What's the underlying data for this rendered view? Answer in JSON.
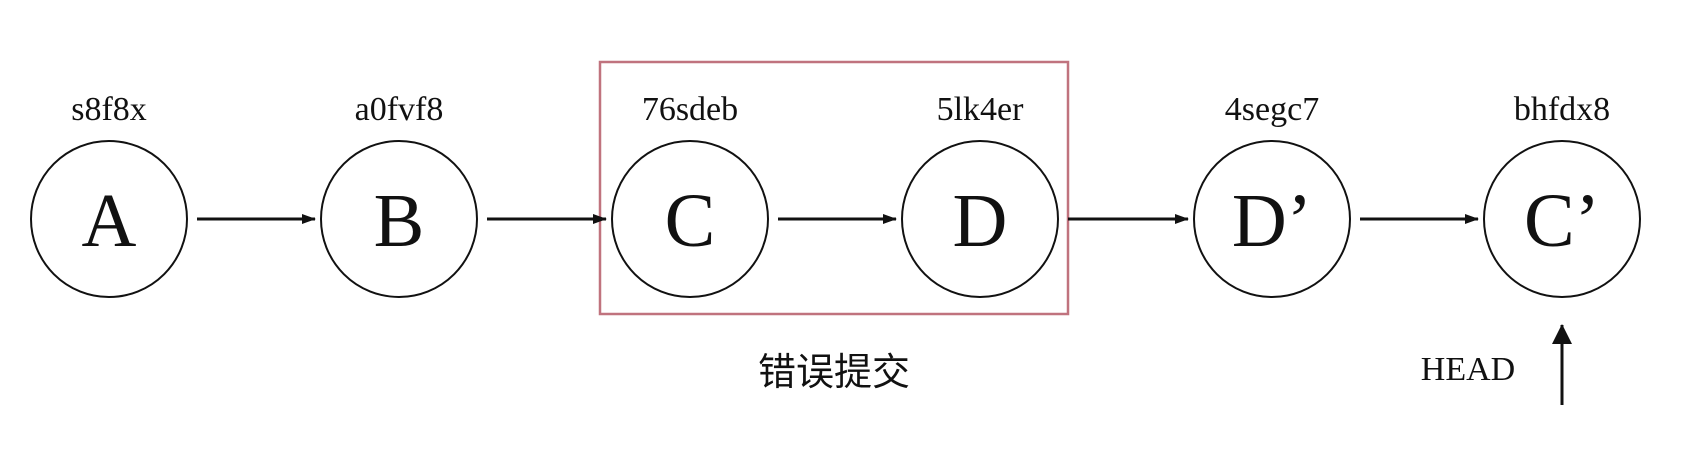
{
  "nodes": [
    {
      "id": "A",
      "label": "A",
      "hash": "s8f8x"
    },
    {
      "id": "B",
      "label": "B",
      "hash": "a0fvf8"
    },
    {
      "id": "C",
      "label": "C",
      "hash": "76sdeb"
    },
    {
      "id": "D",
      "label": "D",
      "hash": "5lk4er"
    },
    {
      "id": "Dp",
      "label": "D’",
      "hash": "4segc7"
    },
    {
      "id": "Cp",
      "label": "C’",
      "hash": "bhfdx8"
    }
  ],
  "edges": [
    {
      "from": "A",
      "to": "B"
    },
    {
      "from": "B",
      "to": "C"
    },
    {
      "from": "C",
      "to": "D"
    },
    {
      "from": "D",
      "to": "Dp"
    },
    {
      "from": "Dp",
      "to": "Cp"
    }
  ],
  "highlight": {
    "caption": "错误提交",
    "members": [
      "C",
      "D"
    ],
    "color": "#c0737e"
  },
  "head": {
    "label": "HEAD",
    "target": "Cp"
  }
}
